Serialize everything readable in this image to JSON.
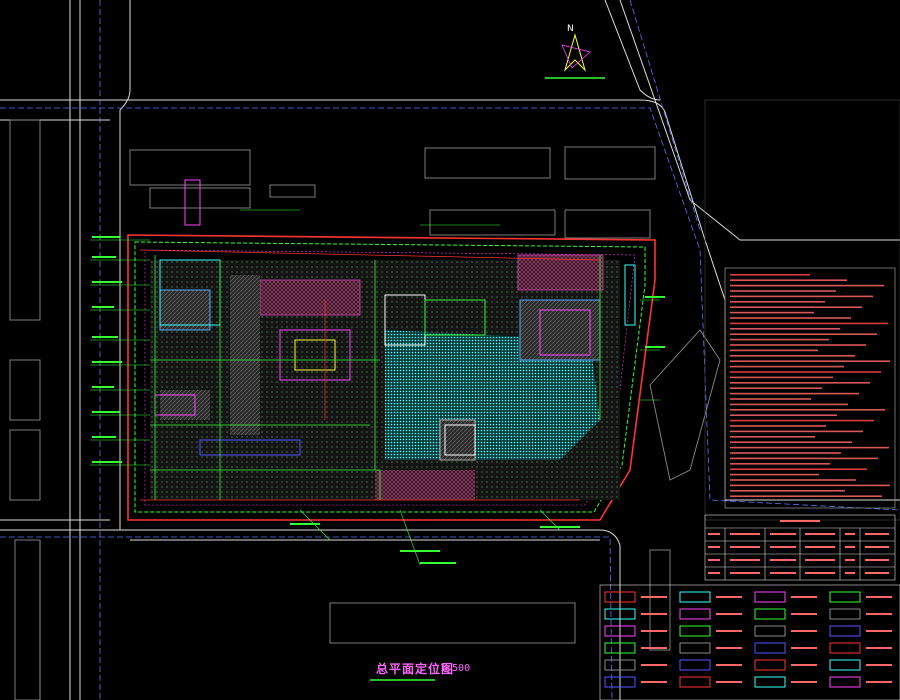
{
  "drawing": {
    "title": "总平面定位图",
    "scale": "1:500",
    "north_label": "N"
  },
  "colors": {
    "background": "#000000",
    "road": "#ffffff",
    "red_line": "#ff3333",
    "green": "#33ff33",
    "cyan": "#33ffff",
    "magenta": "#ff44ff",
    "yellow": "#ffff33",
    "blue": "#5555ff",
    "gray": "#8a8a8a"
  },
  "notes_panel": {
    "heading_color": "#ff4444"
  },
  "schedule_table": {
    "row_count": 4
  },
  "legend": {
    "cell_count": 24
  }
}
